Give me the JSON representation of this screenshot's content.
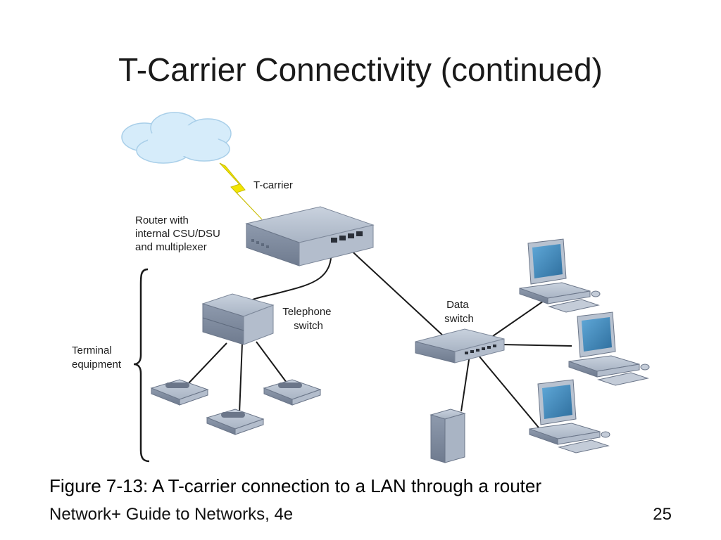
{
  "slide": {
    "title": "T-Carrier Connectivity (continued)",
    "caption": "Figure 7-13: A T-carrier connection to a LAN through a router",
    "footer_left": "Network+ Guide to Networks, 4e",
    "page_number": "25"
  },
  "diagram": {
    "labels": {
      "t_carrier": "T-carrier",
      "router_line1": "Router with",
      "router_line2": "internal CSU/DSU",
      "router_line3": "and multiplexer",
      "telephone_line1": "Telephone",
      "telephone_line2": "switch",
      "data_line1": "Data",
      "data_line2": "switch",
      "terminal_line1": "Terminal",
      "terminal_line2": "equipment"
    },
    "icons": [
      "cloud-icon",
      "lightning-icon",
      "router-icon",
      "telephone-switch-icon",
      "data-switch-icon",
      "telephone-icon",
      "computer-icon",
      "server-icon",
      "brace-icon"
    ],
    "colors": {
      "cloud": "#d6ecfa",
      "lightning": "#f3e600",
      "device": "#9aa6b8",
      "cable": "#1a1a1a"
    }
  }
}
